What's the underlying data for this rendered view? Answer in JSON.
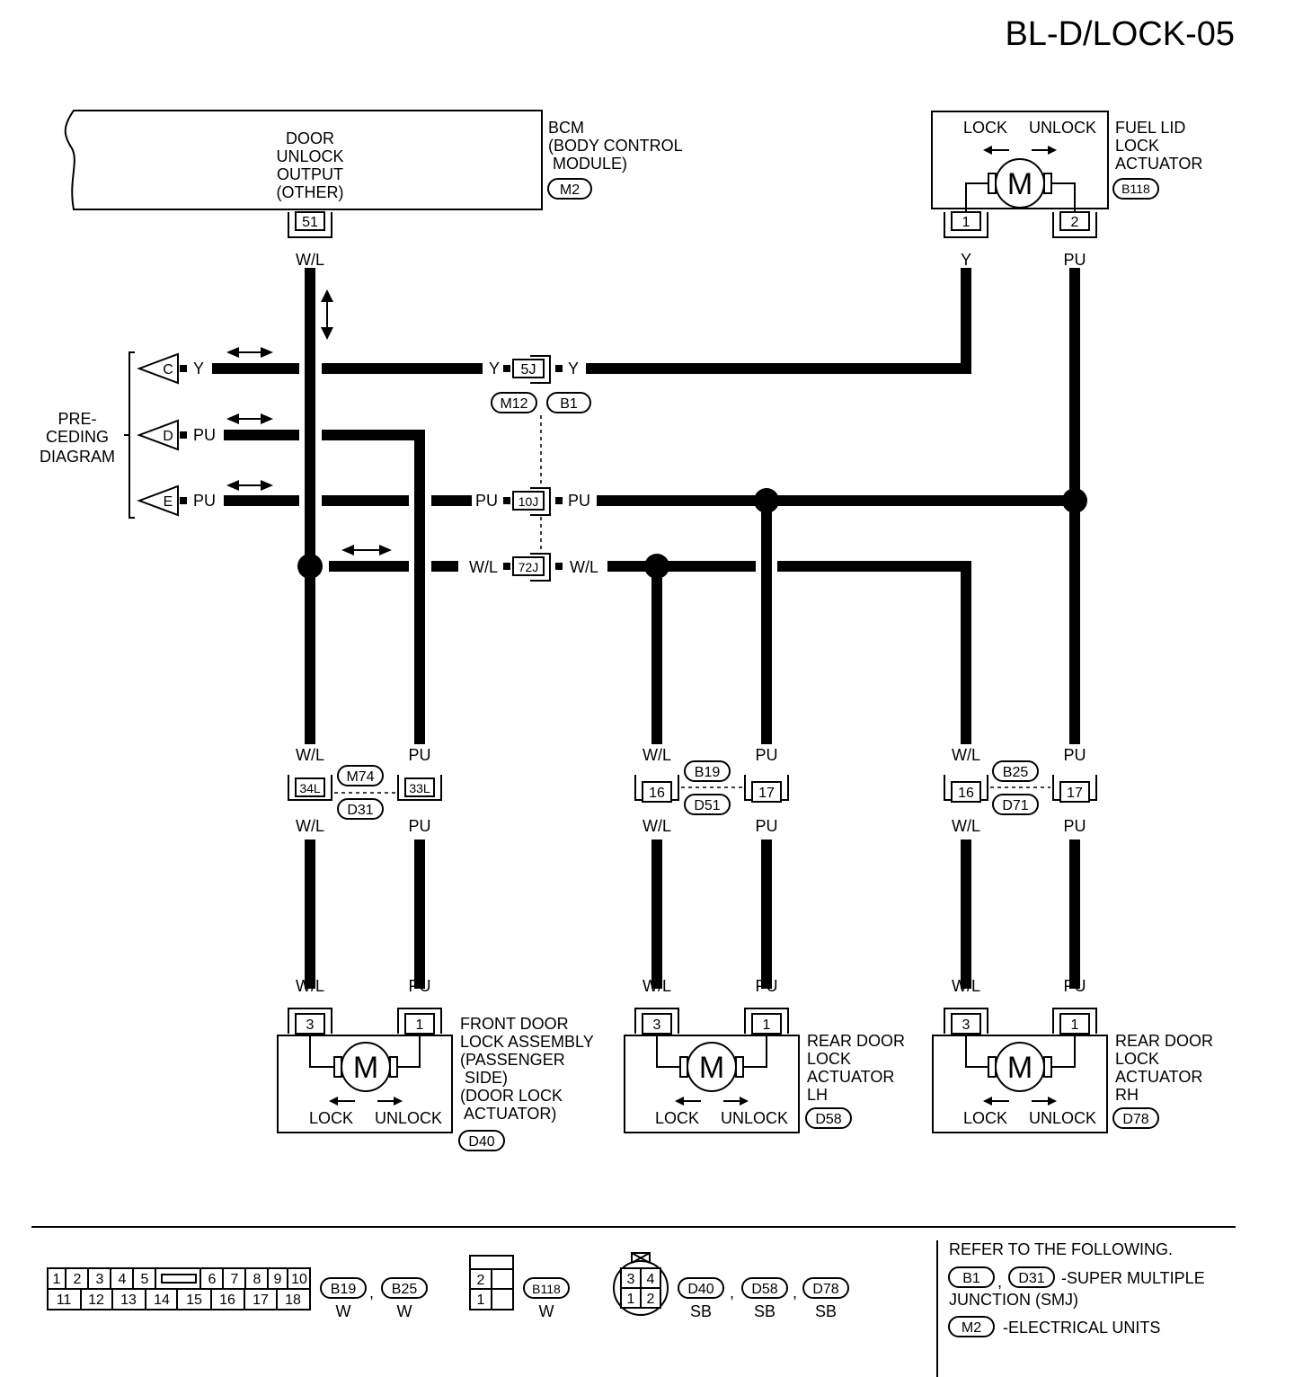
{
  "page": {
    "code": "BL-D/LOCK-05"
  },
  "bcm": {
    "func": [
      "DOOR",
      "UNLOCK",
      "OUTPUT",
      "(OTHER)"
    ],
    "name": [
      "BCM",
      "(BODY CONTROL",
      " MODULE)"
    ],
    "conn": "M2",
    "pin": "51"
  },
  "fuel": {
    "name": [
      "FUEL LID",
      "LOCK",
      "ACTUATOR"
    ],
    "conn": "B118",
    "lock": "LOCK",
    "unlock": "UNLOCK",
    "motor": "M",
    "pin1": "1",
    "pin2": "2"
  },
  "preceding": [
    "PRE-",
    "CEDING",
    "DIAGRAM"
  ],
  "wires": {
    "wl": "W/L",
    "pu": "PU",
    "y": "Y"
  },
  "arrows": {
    "c": "C",
    "d": "D",
    "e": "E"
  },
  "junction": {
    "j5": "5J",
    "j10": "10J",
    "j72": "72J",
    "m12": "M12",
    "b1": "B1"
  },
  "inline": {
    "a": {
      "left": "34L",
      "right": "33L",
      "top": "M74",
      "bottom": "D31"
    },
    "b": {
      "left": "16",
      "right": "17",
      "top": "B19",
      "bottom": "D51"
    },
    "c": {
      "left": "16",
      "right": "17",
      "top": "B25",
      "bottom": "D71"
    }
  },
  "actuators": {
    "front": {
      "name": [
        "FRONT DOOR",
        "LOCK ASSEMBLY",
        "(PASSENGER",
        " SIDE)",
        "(DOOR LOCK",
        " ACTUATOR)"
      ],
      "conn": "D40",
      "pinl": "3",
      "pinr": "1"
    },
    "rearlh": {
      "name": [
        "REAR DOOR",
        "LOCK",
        "ACTUATOR",
        "LH"
      ],
      "conn": "D58",
      "pinl": "3",
      "pinr": "1"
    },
    "rearrh": {
      "name": [
        "REAR DOOR",
        "LOCK",
        "ACTUATOR",
        "RH"
      ],
      "conn": "D78",
      "pinl": "3",
      "pinr": "1"
    }
  },
  "legend": {
    "c18_top": [
      "1",
      "2",
      "3",
      "4",
      "5",
      "6",
      "7",
      "8",
      "9",
      "10"
    ],
    "c18_bot": [
      "11",
      "12",
      "13",
      "14",
      "15",
      "16",
      "17",
      "18"
    ],
    "b19": "B19",
    "b25": "B25",
    "color_w": "W",
    "c2": [
      "2",
      "1"
    ],
    "b118": "B118",
    "c4": [
      "3",
      "4",
      "1",
      "2"
    ],
    "d40": "D40",
    "d58": "D58",
    "d78": "D78",
    "color_sb": "SB",
    "comma": ",",
    "refer": "REFER TO THE FOLLOWING.",
    "b1": "B1",
    "d31": "D31",
    "smj1": "-SUPER MULTIPLE",
    "smj2": "JUNCTION (SMJ)",
    "m2": "M2",
    "eu": "-ELECTRICAL UNITS"
  }
}
